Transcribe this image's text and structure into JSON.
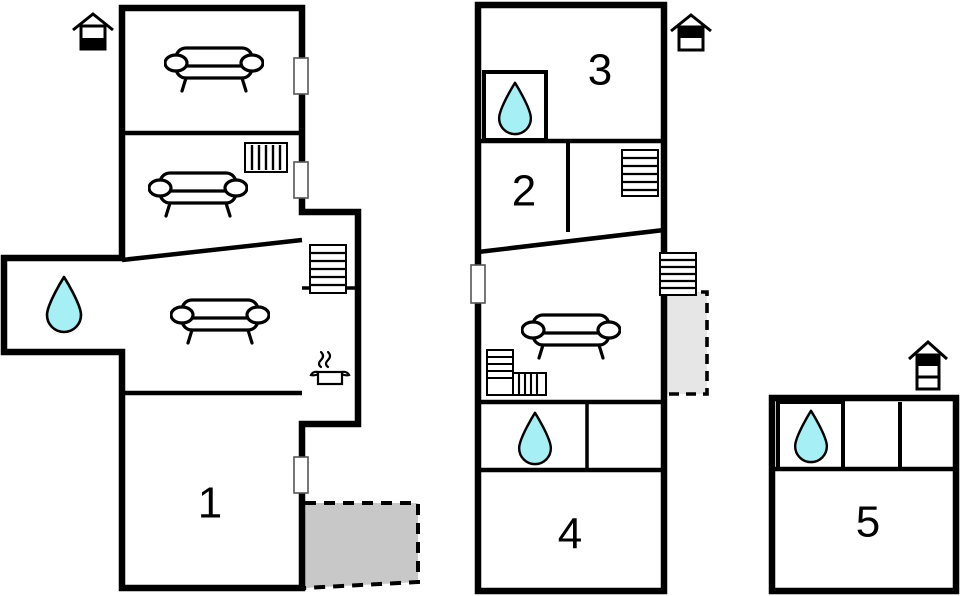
{
  "document": {
    "type": "floor-plan",
    "title": "Multi-level building floor plans",
    "plan_count": 3,
    "background_color": "#ffffff",
    "wall_color": "#000000",
    "terrace_fill_dark": "#c8c8c8",
    "terrace_fill_light": "#e6e6e6",
    "water_drop_color": "#a6f0f5"
  },
  "plans": [
    {
      "id": "plan-left",
      "name": "ground-floor-plan",
      "level_icon": "house-level-lower-icon",
      "level_icon_label": "lower level",
      "rooms": [
        {
          "label": "1",
          "name": "room-1"
        }
      ],
      "fixtures": [
        {
          "icon": "sofa-icon",
          "name": "sofa-top"
        },
        {
          "icon": "sofa-icon",
          "name": "sofa-middle"
        },
        {
          "icon": "sofa-icon",
          "name": "sofa-lower"
        },
        {
          "icon": "water-drop-icon",
          "name": "bathroom-left-wing"
        },
        {
          "icon": "stairs-vertical-icon",
          "name": "stairs-upper"
        },
        {
          "icon": "stairs-horizontal-icon",
          "name": "stairs-side-wing"
        },
        {
          "icon": "cooking-pot-icon",
          "name": "kitchen"
        }
      ],
      "openings": [
        {
          "name": "window-east-upper"
        },
        {
          "name": "window-east-middle"
        },
        {
          "name": "window-east-lower"
        }
      ],
      "outdoor_areas": [
        {
          "name": "terrace",
          "style": "dashed-gray-fill"
        }
      ]
    },
    {
      "id": "plan-middle",
      "name": "upper-floor-plan",
      "level_icon": "house-level-upper-icon",
      "level_icon_label": "upper level",
      "rooms": [
        {
          "label": "3",
          "name": "room-3"
        },
        {
          "label": "2",
          "name": "room-2"
        },
        {
          "label": "4",
          "name": "room-4"
        }
      ],
      "fixtures": [
        {
          "icon": "water-drop-icon",
          "name": "bathroom-upper"
        },
        {
          "icon": "water-drop-icon",
          "name": "bathroom-lower"
        },
        {
          "icon": "stairs-horizontal-icon",
          "name": "stairs-upper"
        },
        {
          "icon": "stairs-horizontal-icon",
          "name": "stairs-east"
        },
        {
          "icon": "stairs-l-shaped-icon",
          "name": "stairs-lower"
        },
        {
          "icon": "sofa-icon",
          "name": "sofa-living"
        }
      ],
      "openings": [
        {
          "name": "window-west"
        }
      ],
      "outdoor_areas": [
        {
          "name": "balcony",
          "style": "dashed-light-gray-fill"
        }
      ]
    },
    {
      "id": "plan-right",
      "name": "attic-floor-plan",
      "level_icon": "house-level-attic-icon",
      "level_icon_label": "attic level",
      "rooms": [
        {
          "label": "5",
          "name": "room-5"
        }
      ],
      "fixtures": [
        {
          "icon": "water-drop-icon",
          "name": "bathroom-attic"
        }
      ],
      "openings": [],
      "outdoor_areas": []
    }
  ]
}
